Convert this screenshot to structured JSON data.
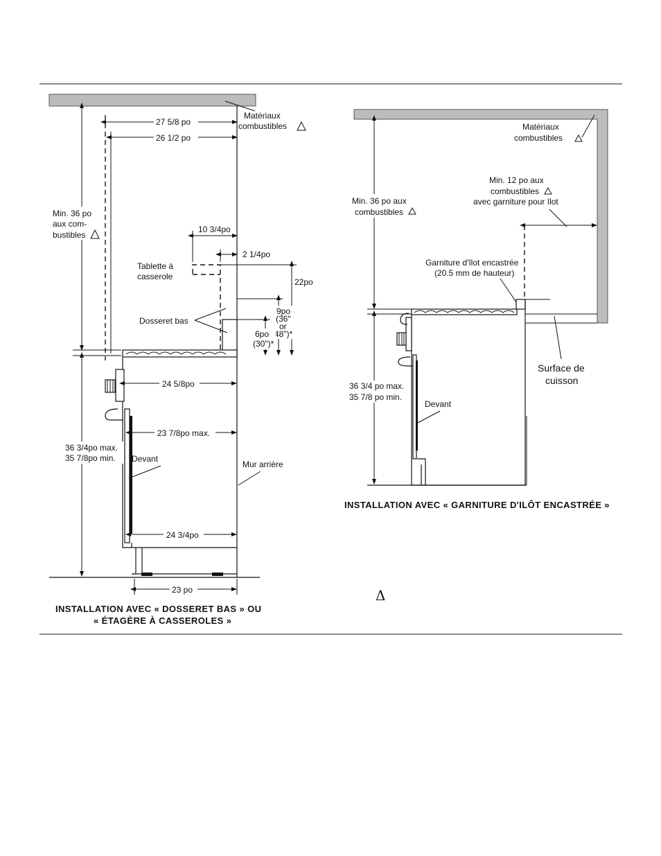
{
  "left_diagram": {
    "caption_line1": "INSTALLATION AVEC « DOSSERET BAS » OU",
    "caption_line2": "« ÉTAGÈRE À CASSEROLES »",
    "combustibles_line1": "Matériaux",
    "combustibles_line2": "combustibles",
    "dim_27_5_8": "27 5/8 po",
    "dim_26_1_2": "26 1/2 po",
    "min36_line1": "Min. 36 po",
    "min36_line2": "aux com-",
    "min36_line3": "bustibles",
    "dim_10_3_4": "10 3/4po",
    "dim_2_1_4": "2 1/4po",
    "tablette_line1": "Tablette à",
    "tablette_line2": "casserole",
    "dim_22": "22po",
    "dim_9_line1": "9po",
    "dim_9_line2": "(36\"",
    "dim_9_line3": "or",
    "dim_9_line4": "48\")*",
    "dosseret_bas": "Dosseret bas",
    "dim_6_line1": "6po",
    "dim_6_line2": "(30\")*",
    "dim_24_5_8": "24 5/8po",
    "dim_23_7_8": "23 7/8po max.",
    "height_line1": "36 3/4po max.",
    "height_line2": "35 7/8po min.",
    "devant": "Devant",
    "mur_arriere": "Mur arrière",
    "dim_24_3_4": "24 3/4po",
    "dim_23": "23 po"
  },
  "right_diagram": {
    "caption": "INSTALLATION AVEC « GARNITURE D'ILÔT ENCASTRÉE »",
    "combustibles_line1": "Matériaux",
    "combustibles_line2": "combustibles",
    "min36_line1": "Min. 36 po aux",
    "min36_line2": "combustibles",
    "min12_line1": "Min. 12 po aux",
    "min12_line2": "combustibles",
    "min12_line3": "avec garniture pour îlot",
    "garniture_line1": "Garniture d'îlot encastrée",
    "garniture_line2": "(20.5 mm de hauteur)",
    "height_line1": "36 3/4 po max.",
    "height_line2": "35 7/8 po min.",
    "devant": "Devant",
    "surface_line1": "Surface de",
    "surface_line2": "cuisson"
  },
  "legend_symbol": "Δ",
  "icons": [
    "warning-triangle-icon"
  ]
}
